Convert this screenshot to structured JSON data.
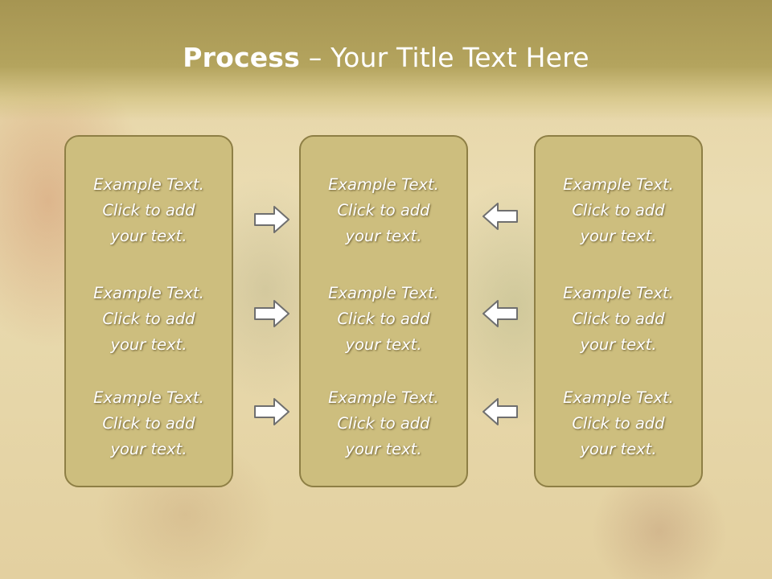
{
  "slide": {
    "title_bold": "Process",
    "title_dash": " – ",
    "title_rest": "Your Title Text Here"
  },
  "columns": [
    {
      "items": [
        {
          "line1": "Example Text.",
          "line2": "Click  to add",
          "line3": "your text."
        },
        {
          "line1": "Example Text.",
          "line2": "Click  to add",
          "line3": "your text."
        },
        {
          "line1": "Example Text.",
          "line2": "Click  to add",
          "line3": "your text."
        }
      ]
    },
    {
      "items": [
        {
          "line1": "Example Text.",
          "line2": "Click  to add",
          "line3": "your text."
        },
        {
          "line1": "Example Text.",
          "line2": "Click  to add",
          "line3": "your text."
        },
        {
          "line1": "Example Text.",
          "line2": "Click  to add",
          "line3": "your text."
        }
      ]
    },
    {
      "items": [
        {
          "line1": "Example Text.",
          "line2": "Click  to add",
          "line3": "your text."
        },
        {
          "line1": "Example Text.",
          "line2": "Click  to add",
          "line3": "your text."
        },
        {
          "line1": "Example Text.",
          "line2": "Click  to add",
          "line3": "your text."
        }
      ]
    }
  ],
  "arrows": {
    "left_group": "arrow-right-icon",
    "right_group": "arrow-left-icon"
  },
  "colors": {
    "header": "#b4a45e",
    "box_fill": "#cdbe7e",
    "box_border": "#8e7f45",
    "text": "#ffffff"
  }
}
